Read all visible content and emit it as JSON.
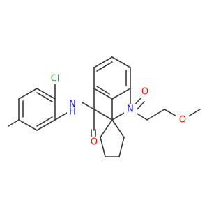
{
  "colors": {
    "background": "#ffffff",
    "bond": "#3a3a3a",
    "carbon": "#3a3a3a",
    "nitrogen": "#1a1aff",
    "oxygen": "#ff0d0d",
    "chlorine": "#1fb31f"
  },
  "atoms": {
    "chlorine": "Cl",
    "amide_nitrogen": "N",
    "amide_hydrogen": "H",
    "amide_oxygen": "O",
    "ketone_oxygen": "O",
    "ring_nitrogen": "N",
    "ether_oxygen": "O"
  }
}
